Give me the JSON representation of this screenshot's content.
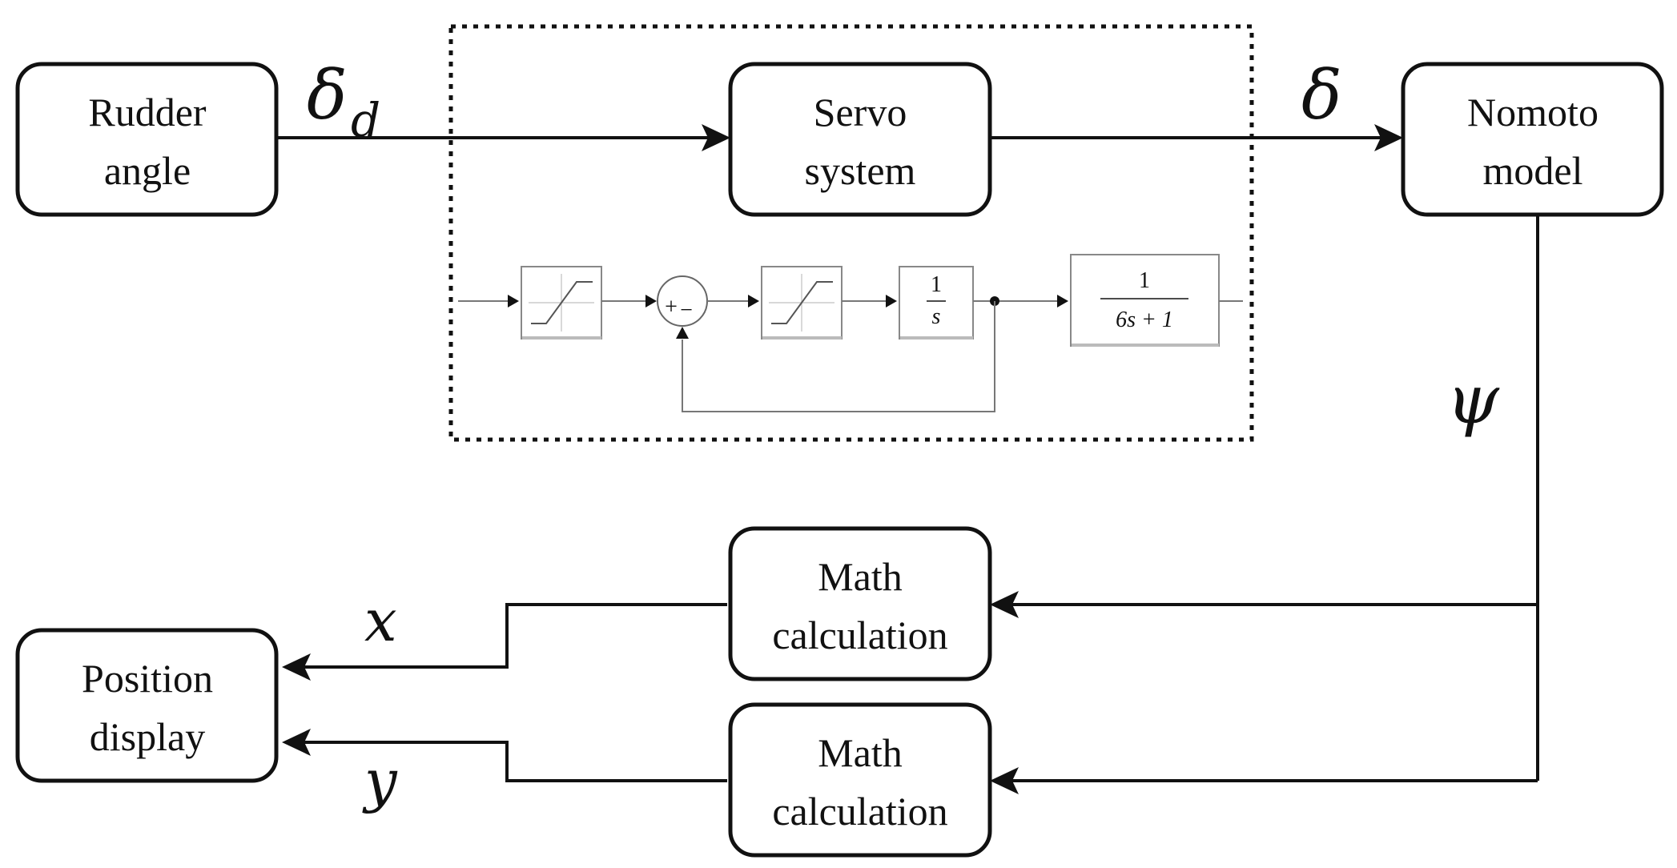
{
  "blocks": {
    "rudder_angle": {
      "line1": "Rudder",
      "line2": "angle"
    },
    "servo_system": {
      "line1": "Servo",
      "line2": "system"
    },
    "nomoto_model": {
      "line1": "Nomoto",
      "line2": "model"
    },
    "math_calc_top": {
      "line1": "Math",
      "line2": "calculation"
    },
    "math_calc_bottom": {
      "line1": "Math",
      "line2": "calculation"
    },
    "position_display": {
      "line1": "Position",
      "line2": "display"
    }
  },
  "signals": {
    "delta_d_base": "δ",
    "delta_d_sub": "d",
    "delta": "δ",
    "psi": "ψ",
    "x": "x",
    "y": "y"
  },
  "servo_detail": {
    "sum_plus": "+",
    "sum_minus": "−",
    "integrator_num": "1",
    "integrator_den": "s",
    "tf_num": "1",
    "tf_den": "6s + 1"
  }
}
